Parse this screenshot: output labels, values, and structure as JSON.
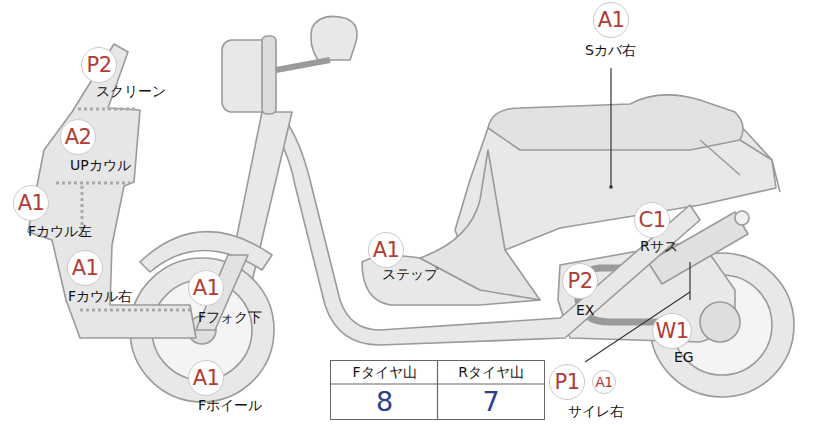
{
  "diagram": {
    "nodes": [
      {
        "text": [
          "A1",
          "Sカバ右"
        ]
      },
      {
        "text": [
          "P2",
          "スクリーン"
        ]
      },
      {
        "text": [
          "A2",
          "UPカウル"
        ]
      },
      {
        "text": [
          "A1",
          "Fカウル左"
        ]
      },
      {
        "text": [
          "A1",
          "ステップ"
        ]
      },
      {
        "text": [
          "C1",
          "Rサス"
        ]
      },
      {
        "text": [
          "A1",
          "Fカウル右"
        ]
      },
      {
        "text": [
          "A1",
          "Fフォク下"
        ]
      },
      {
        "text": [
          "P2",
          "EX"
        ]
      },
      {
        "text": [
          "W1",
          "EG"
        ]
      },
      {
        "text": [
          "P1",
          "サイレ右"
        ]
      },
      {
        "text": [
          "A1"
        ]
      },
      {
        "text": [
          "A1",
          "Fホイール"
        ]
      }
    ],
    "labels": [
      "Fタイヤ山",
      "Rタイヤ山",
      "8",
      "7"
    ]
  }
}
